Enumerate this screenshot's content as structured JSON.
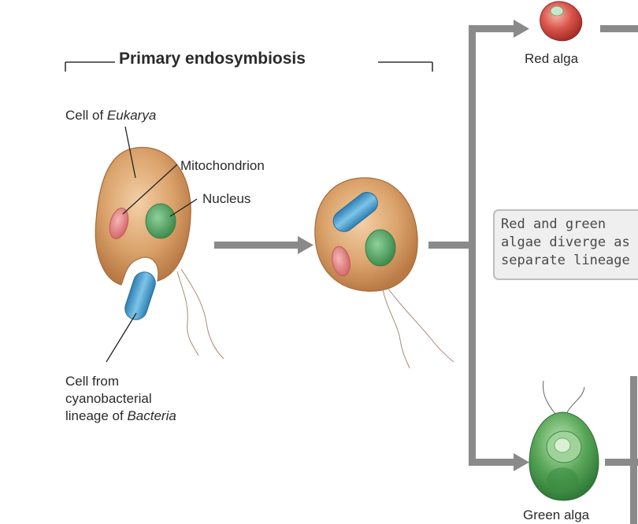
{
  "title": "Primary endosymbiosis",
  "labels": {
    "cell_eukarya_prefix": "Cell of ",
    "cell_eukarya_italic": "Eukarya",
    "mitochondrion": "Mitochondrion",
    "nucleus": "Nucleus",
    "cyano_line1": "Cell from",
    "cyano_line2": "cyanobacterial",
    "cyano_line3_prefix": "lineage of ",
    "cyano_line3_italic": "Bacteria",
    "red_alga": "Red alga",
    "green_alga": "Green alga"
  },
  "note": {
    "line1": "Red and green",
    "line2": "algae diverge as",
    "line3": "separate lineage"
  },
  "colors": {
    "arrow": "#8a8a8a",
    "cell_body": "#d9a26b",
    "nucleus": "#5fa86a",
    "mitochondrion": "#e28a8a",
    "cyanobacterium": "#4aa0cf",
    "red_alga": "#c8453a",
    "green_alga": "#4c9a4e"
  }
}
